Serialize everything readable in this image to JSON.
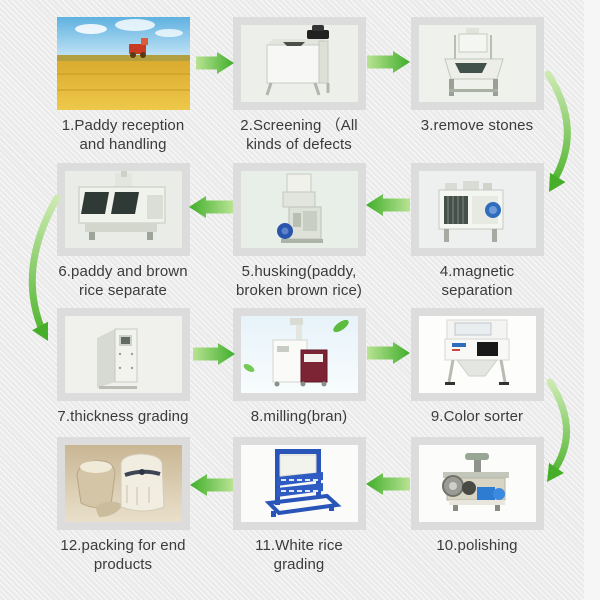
{
  "diagram": {
    "title": "rice milling process flow",
    "background_color": "#ececec",
    "frame_color": "#dcdcdc",
    "text_color": "#3b3b3b",
    "arrow_color_light": "#b9e393",
    "arrow_color_dark": "#3fae2a"
  },
  "steps": [
    {
      "id": 1,
      "label": "1.Paddy reception\nand handling",
      "image": "paddy-field-photo"
    },
    {
      "id": 2,
      "label": "2.Screening （All\nkinds of defects",
      "image": "screening-machine-photo"
    },
    {
      "id": 3,
      "label": "3.remove stones",
      "image": "stone-remover-machine-photo"
    },
    {
      "id": 4,
      "label": "4.magnetic\nseparation",
      "image": "magnetic-separator-machine-photo"
    },
    {
      "id": 5,
      "label": "5.husking(paddy,\nbroken brown rice)",
      "image": "husking-machine-photo"
    },
    {
      "id": 6,
      "label": "6.paddy and brown\nrice separate",
      "image": "paddy-brown-rice-separator-photo"
    },
    {
      "id": 7,
      "label": "7.thickness grading",
      "image": "thickness-grader-machine-photo"
    },
    {
      "id": 8,
      "label": "8.milling(bran)",
      "image": "milling-machine-photo"
    },
    {
      "id": 9,
      "label": "9.Color sorter",
      "image": "color-sorter-machine-photo"
    },
    {
      "id": 10,
      "label": "10.polishing",
      "image": "polishing-machine-photo"
    },
    {
      "id": 11,
      "label": "11.White rice\ngrading",
      "image": "white-rice-grader-machine-photo"
    },
    {
      "id": 12,
      "label": "12.packing for end\nproducts",
      "image": "rice-sacks-photo"
    }
  ]
}
